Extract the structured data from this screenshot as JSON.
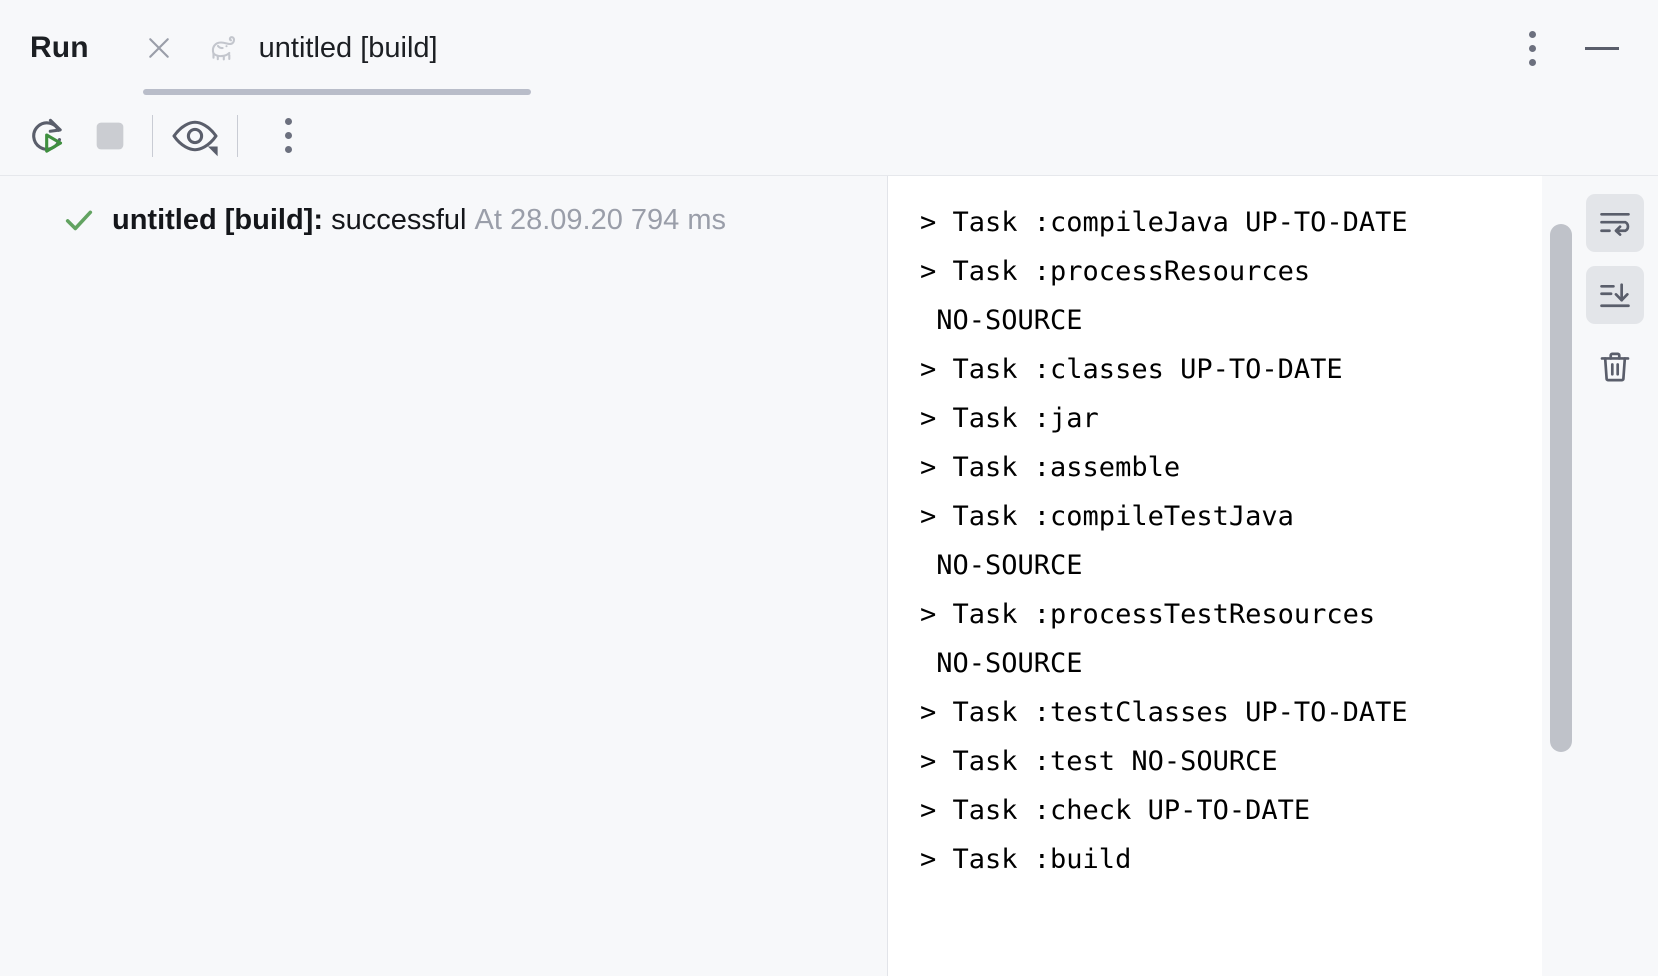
{
  "window": {
    "title": "Run",
    "minimize_label": "Minimize",
    "more_label": "More options"
  },
  "tab": {
    "label": "untitled [build]",
    "icon": "gradle-elephant-icon",
    "close_label": "Close tab",
    "active": true
  },
  "toolbar": {
    "rerun_label": "Rerun",
    "stop_label": "Stop",
    "view_label": "View options",
    "more_label": "More"
  },
  "tree": {
    "status_icon": "success-check-icon",
    "name": "untitled [build]:",
    "result": "successful",
    "time": "At 28.09.20 794 ms"
  },
  "console": {
    "lines": [
      "> Task :compileJava UP-TO-DATE",
      "> Task :processResources",
      " NO-SOURCE",
      "> Task :classes UP-TO-DATE",
      "> Task :jar",
      "> Task :assemble",
      "> Task :compileTestJava",
      " NO-SOURCE",
      "> Task :processTestResources",
      " NO-SOURCE",
      "> Task :testClasses UP-TO-DATE",
      "> Task :test NO-SOURCE",
      "> Task :check UP-TO-DATE",
      "> Task :build"
    ]
  },
  "side_toolbar": {
    "soft_wrap_label": "Soft-Wrap",
    "scroll_to_end_label": "Scroll to the end",
    "clear_all_label": "Clear All"
  },
  "colors": {
    "accent_success": "#62a361",
    "panel_bg": "#f7f8fa",
    "console_bg": "#ffffff",
    "text_primary": "#14161a",
    "text_muted": "#9a9ea9",
    "icon": "#5a5e6b",
    "scrollbar": "#bfc2c9",
    "tab_underline": "#b9bdc9"
  }
}
